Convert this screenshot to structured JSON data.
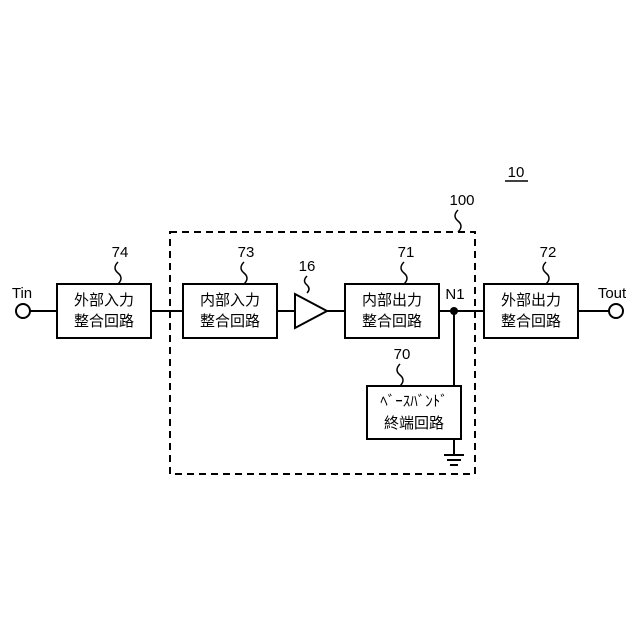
{
  "figure_ref": "10",
  "module_ref": "100",
  "terminals": {
    "input": "Tin",
    "output": "Tout"
  },
  "node_label": "N1",
  "blocks": {
    "ext_input": {
      "ref": "74",
      "line1": "外部入力",
      "line2": "整合回路"
    },
    "int_input": {
      "ref": "73",
      "line1": "内部入力",
      "line2": "整合回路"
    },
    "amplifier": {
      "ref": "16"
    },
    "int_output": {
      "ref": "71",
      "line1": "内部出力",
      "line2": "整合回路"
    },
    "ext_output": {
      "ref": "72",
      "line1": "外部出力",
      "line2": "整合回路"
    },
    "baseband": {
      "ref": "70",
      "line1": "ﾍﾞｰｽﾊﾞﾝﾄﾞ",
      "line2": "終端回路"
    }
  }
}
